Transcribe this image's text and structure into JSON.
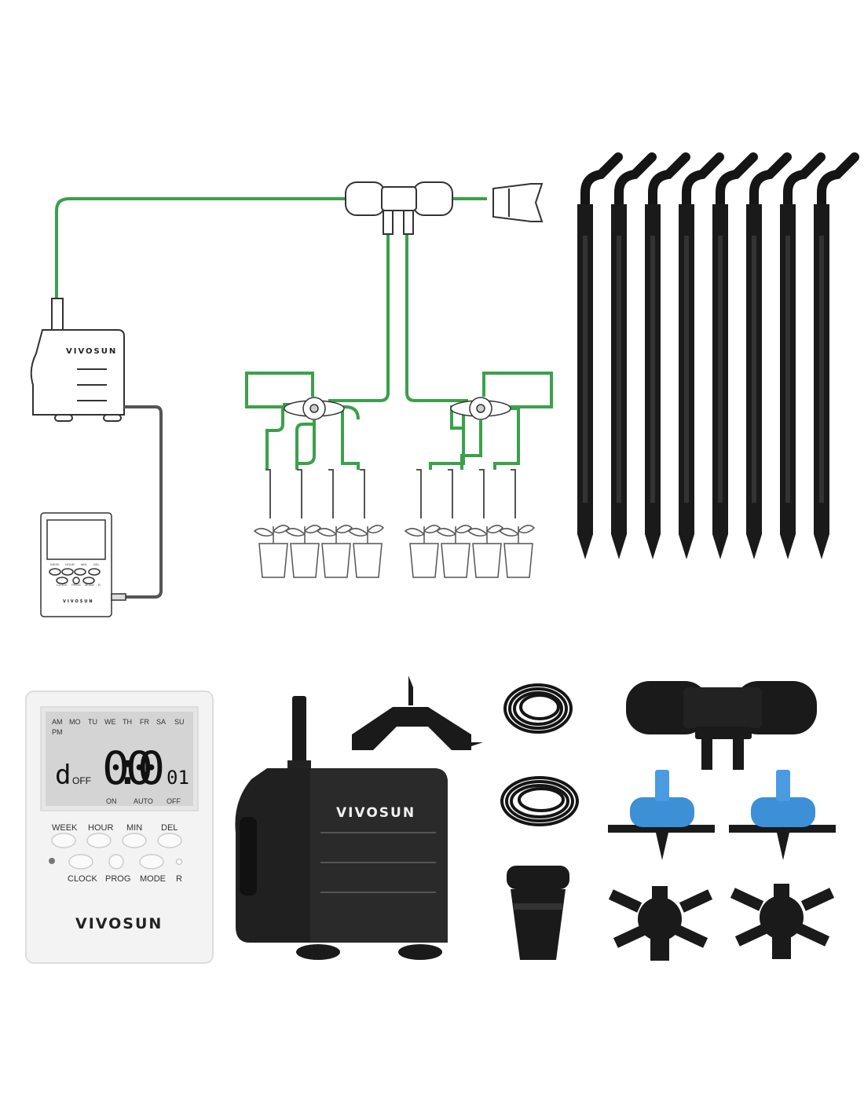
{
  "brand": "VIVOSUN",
  "colors": {
    "tubing_green": "#3aa14a",
    "dripper_blue": "#4a9be0",
    "product_black": "#1c1c1c",
    "timer_white": "#f2f2f2",
    "lcd": "#d6d6d6"
  },
  "diagram": {
    "pump_brand": "VIVOSUN",
    "timer_brand": "VIVOSUN",
    "timer_buttons_top": [
      "WEEK",
      "HOUR",
      "MIN",
      "DEL"
    ],
    "timer_buttons_bottom": [
      "CLOCK",
      "PROG",
      "MODE",
      "R"
    ]
  },
  "timer": {
    "days": [
      "AM",
      "MO",
      "TU",
      "WE",
      "TH",
      "FR",
      "SA",
      "SU"
    ],
    "pm": "PM",
    "time": "0:00",
    "program": "01",
    "d_label": "d",
    "off_small": "OFF",
    "modes": [
      "ON",
      "AUTO",
      "OFF"
    ],
    "buttons_top": [
      "WEEK",
      "HOUR",
      "MIN",
      "DEL"
    ],
    "buttons_bottom": [
      "CLOCK",
      "PROG",
      "MODE",
      "R"
    ],
    "brand": "VIVOSUN"
  },
  "pump": {
    "brand": "VIVOSUN"
  }
}
